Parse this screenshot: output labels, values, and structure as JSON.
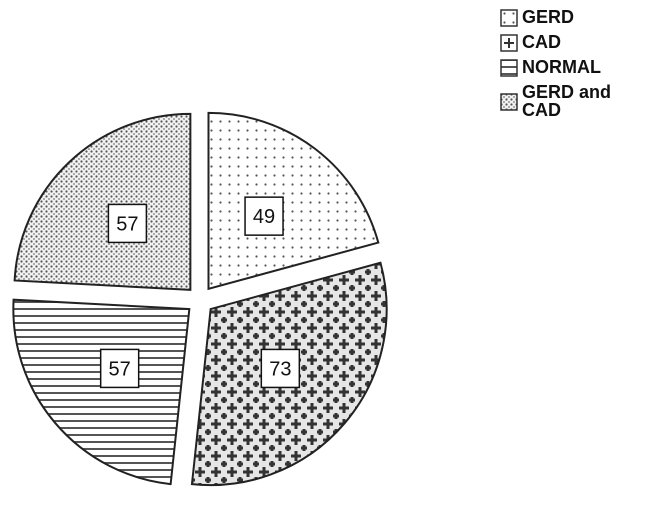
{
  "chart_data": {
    "type": "pie",
    "title": "",
    "categories": [
      "GERD",
      "CAD",
      "NORMAL",
      "GERD and CAD"
    ],
    "values": [
      49,
      73,
      57,
      57
    ],
    "data_labels": [
      "49",
      "73",
      "57",
      "57"
    ],
    "patterns": [
      "sparse-dots",
      "crosses",
      "horizontal-lines",
      "dense-dots"
    ],
    "start_angle_deg": 0,
    "direction": "clockwise",
    "exploded": true,
    "legend_position": "top-right",
    "colors": {
      "stroke": "#222222",
      "fill": "#ffffff"
    }
  }
}
